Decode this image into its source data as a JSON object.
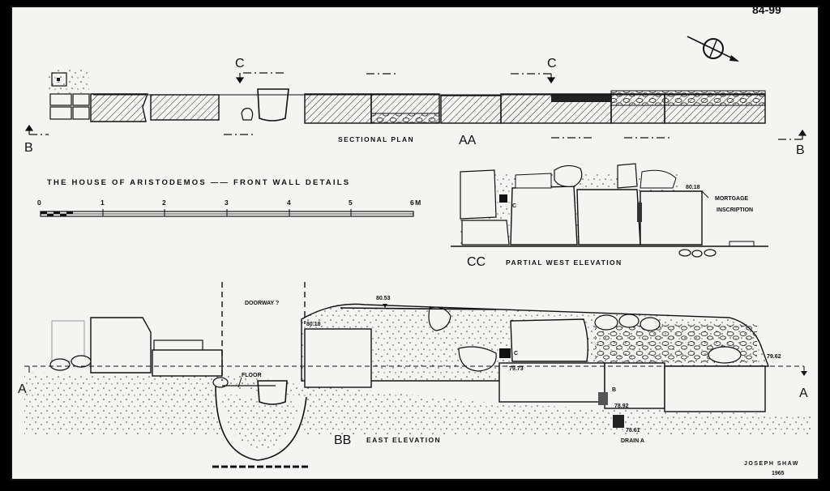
{
  "sheet_number": "84-99",
  "title": "THE HOUSE OF ARISTODEMOS —— FRONT WALL DETAILS",
  "scale": {
    "ticks": [
      "0",
      "1",
      "2",
      "3",
      "4",
      "5",
      "6M"
    ]
  },
  "plan": {
    "label": "SECTIONAL PLAN",
    "code": "AA",
    "section_left": "B",
    "section_right": "B",
    "cut_left": "C",
    "cut_right": "C"
  },
  "west_elevation": {
    "code": "CC",
    "label": "PARTIAL WEST ELEVATION",
    "level": "80.18",
    "note_line1": "MORTGAGE",
    "note_line2": "INSCRIPTION",
    "marker": "C"
  },
  "east_elevation": {
    "code": "BB",
    "label": "EAST ELEVATION",
    "doorway": "DOORWAY ?",
    "floor": "FLOOR",
    "levels": {
      "top": "80.53",
      "door": "80.18",
      "c_level": "79.73",
      "right": "79.62",
      "b_level": "78.92",
      "drain_level": "78.61"
    },
    "drain": "DRAIN A",
    "marker_c": "C",
    "marker_b": "B",
    "section_left": "A",
    "section_right": "A"
  },
  "credit": {
    "name": "JOSEPH SHAW",
    "year": "1965"
  }
}
